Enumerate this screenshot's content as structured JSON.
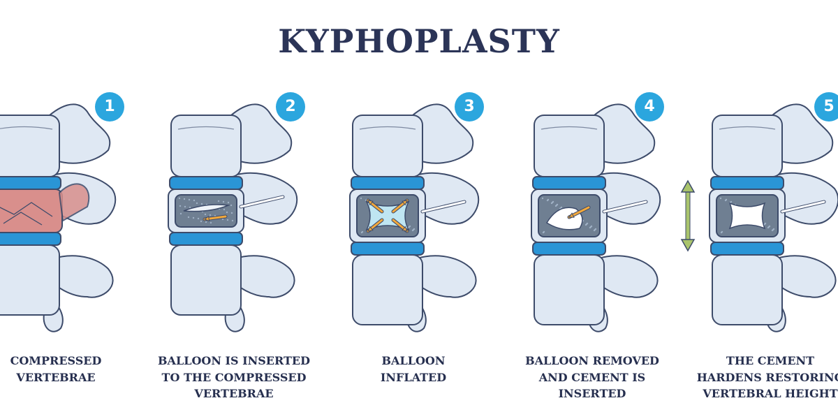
{
  "title": "KYPHOPLASTY",
  "colors": {
    "accent": "#2ba6de",
    "bone_fill": "#dfe8f3",
    "bone_outline": "#3d4b6a",
    "disc": "#2a95d6",
    "fracture": "#d98f8c",
    "arrow": "#f2a83b",
    "height_arrow": "#a9c46c",
    "cavity": "#6f7f92"
  },
  "steps": [
    {
      "number": "1",
      "caption": "COMPRESSED\nVERTEBRAE"
    },
    {
      "number": "2",
      "caption": "BALLOON IS INSERTED\nTO THE COMPRESSED\nVERTEBRAE"
    },
    {
      "number": "3",
      "caption": "BALLOON\nINFLATED"
    },
    {
      "number": "4",
      "caption": "BALLOON REMOVED\nAND CEMENT IS\nINSERTED"
    },
    {
      "number": "5",
      "caption": "THE CEMENT\nHARDENS RESTORING\nVERTEBRAL HEIGHT"
    }
  ]
}
